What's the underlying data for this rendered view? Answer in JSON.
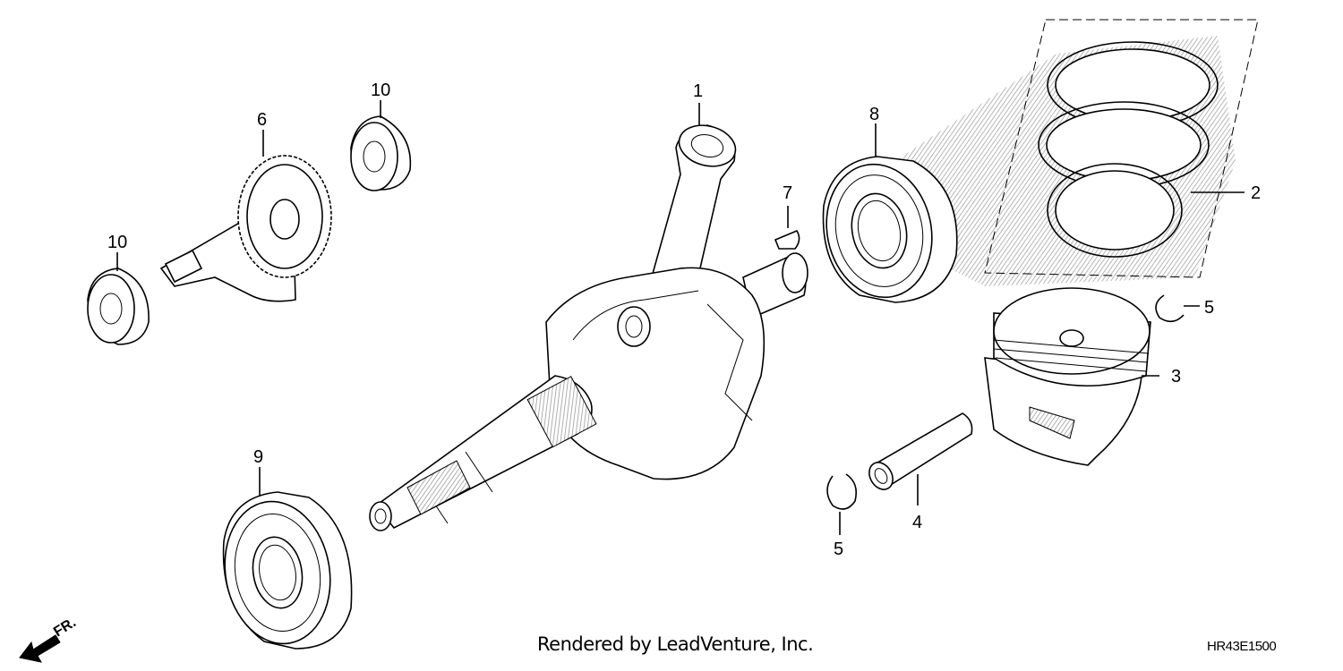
{
  "diagram": {
    "callouts": [
      {
        "id": "c1",
        "text": "1"
      },
      {
        "id": "c2",
        "text": "2"
      },
      {
        "id": "c3",
        "text": "3"
      },
      {
        "id": "c4",
        "text": "4"
      },
      {
        "id": "c5a",
        "text": "5"
      },
      {
        "id": "c5b",
        "text": "5"
      },
      {
        "id": "c6",
        "text": "6"
      },
      {
        "id": "c7",
        "text": "7"
      },
      {
        "id": "c8",
        "text": "8"
      },
      {
        "id": "c9",
        "text": "9"
      },
      {
        "id": "c10a",
        "text": "10"
      },
      {
        "id": "c10b",
        "text": "10"
      }
    ],
    "front_marker": "FR.",
    "credit": "Rendered by LeadVenture, Inc.",
    "diagram_code": "HR43E1500"
  },
  "colors": {
    "line": "#000000",
    "hatch": "#9a9a9a",
    "background": "#ffffff"
  }
}
